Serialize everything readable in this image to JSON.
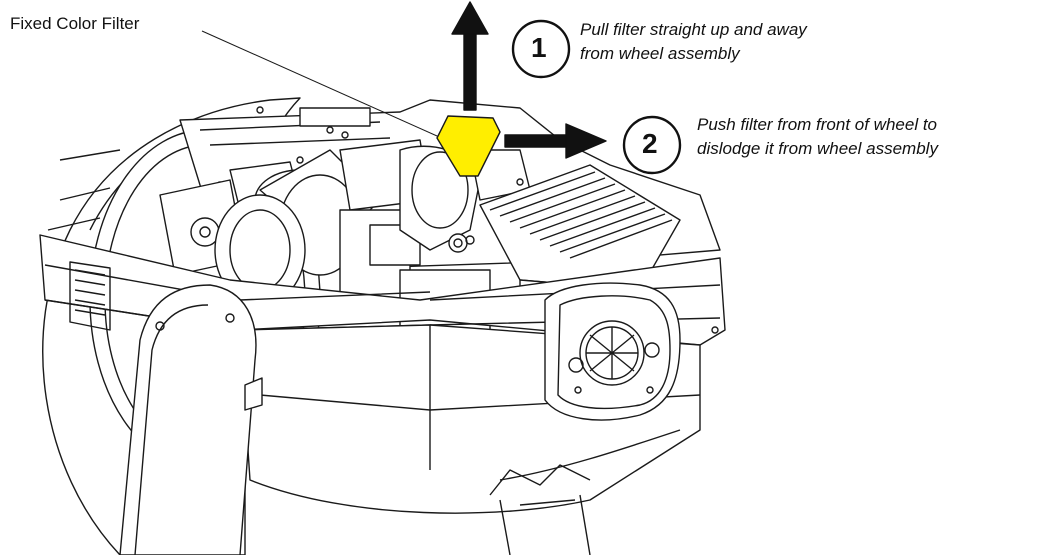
{
  "callout": {
    "label": "Fixed Color Filter"
  },
  "steps": [
    {
      "number": "1",
      "text_line1": "Pull filter straight up and away",
      "text_line2": "from wheel assembly"
    },
    {
      "number": "2",
      "text_line1": "Push filter from front of wheel to",
      "text_line2": "dislodge it from wheel assembly"
    }
  ],
  "colors": {
    "filter": "#ffee00",
    "line": "#1a1a1a",
    "arrow": "#111111",
    "background": "#ffffff"
  },
  "icons": {
    "up_arrow": "arrow-up-icon",
    "right_arrow": "arrow-right-icon"
  }
}
